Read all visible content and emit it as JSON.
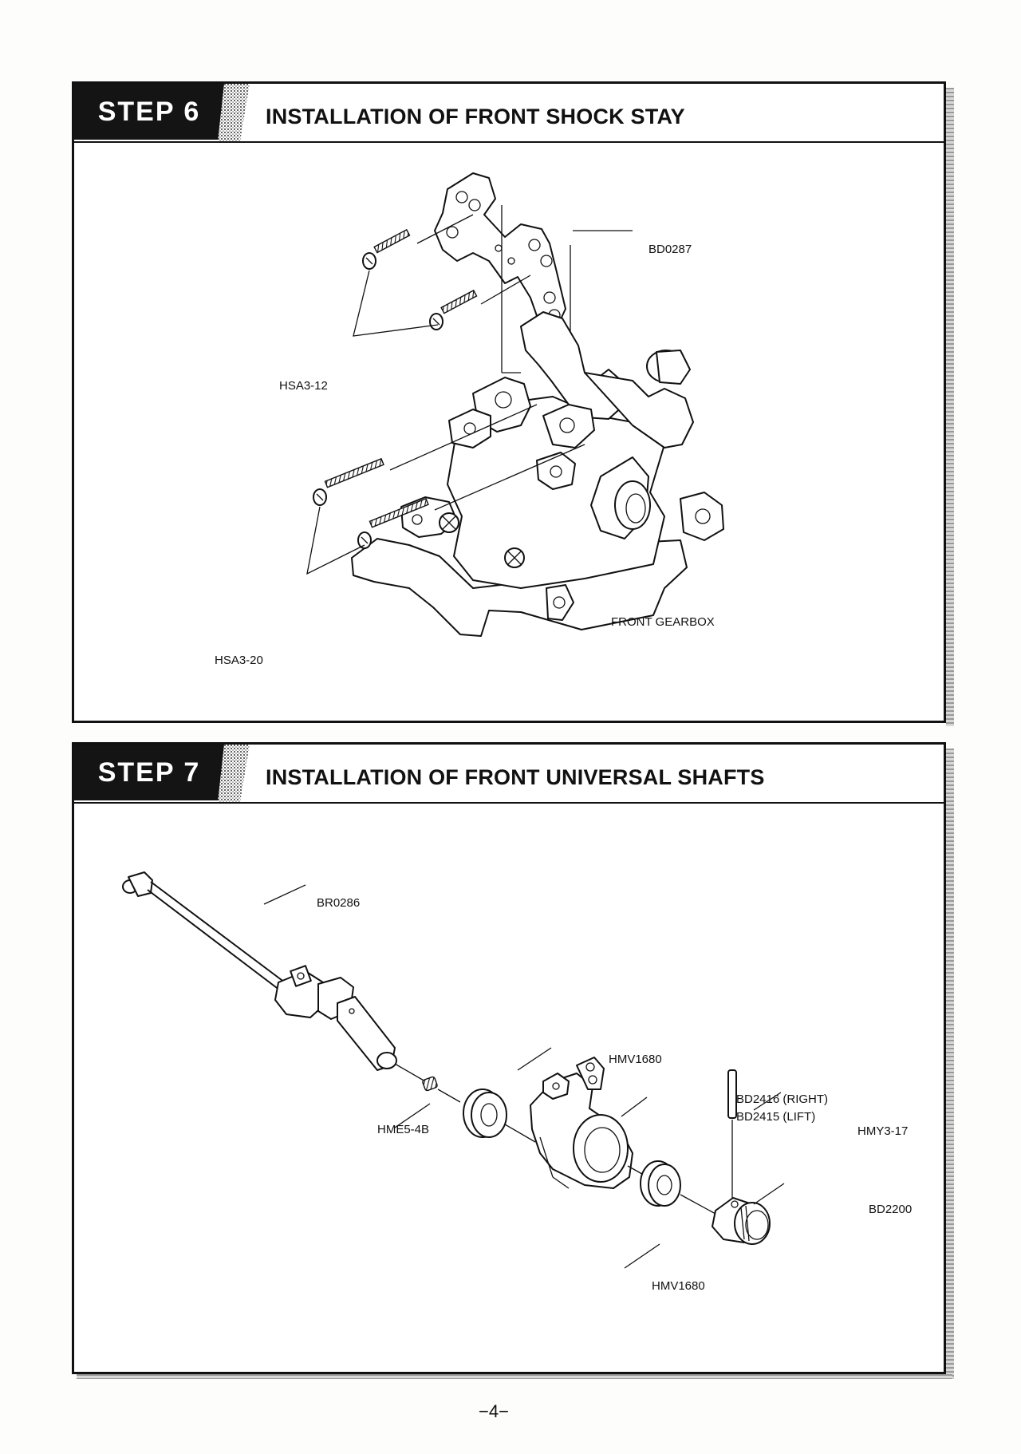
{
  "page_number": "−4−",
  "steps": [
    {
      "badge": "STEP 6",
      "title": "INSTALLATION OF FRONT SHOCK STAY",
      "callouts": {
        "bd0287": "BD0287",
        "hsa3_12": "HSA3-12",
        "hsa3_20": "HSA3-20",
        "front_gearbox": "FRONT GEARBOX"
      }
    },
    {
      "badge": "STEP 7",
      "title": "INSTALLATION OF FRONT UNIVERSAL SHAFTS",
      "callouts": {
        "br0286": "BR0286",
        "hmv1680_top": "HMV1680",
        "hme5_4b": "HME5-4B",
        "bd2416": "BD2416 (RIGHT)",
        "bd2415": "BD2415 (LIFT)",
        "hmy3_17": "HMY3-17",
        "bd2200": "BD2200",
        "hmv1680_bottom": "HMV1680"
      }
    }
  ]
}
